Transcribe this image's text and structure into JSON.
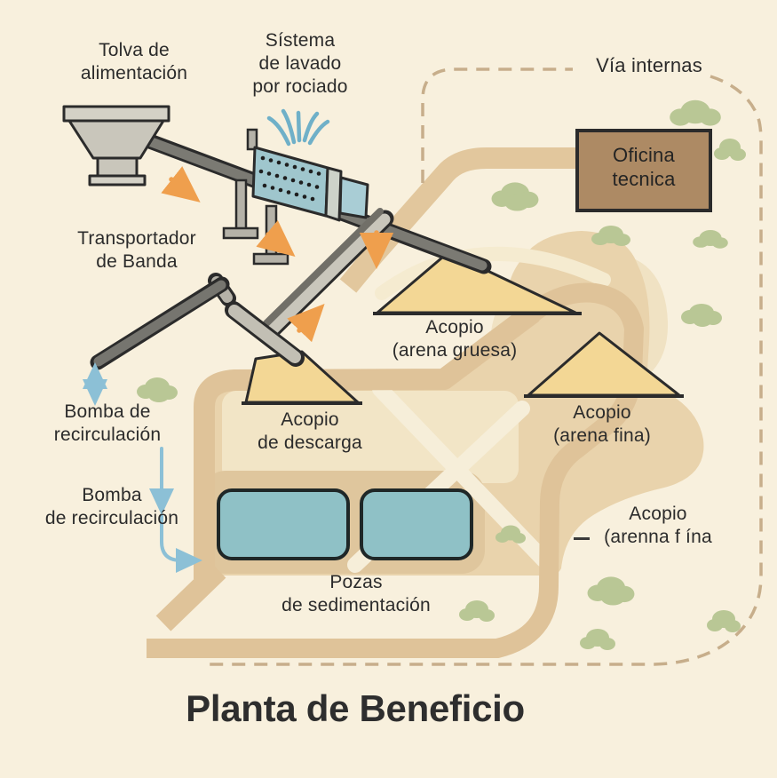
{
  "title": "Planta de Beneficio",
  "labels": {
    "tolva": [
      "Tolva de",
      "alimentación"
    ],
    "sistema": [
      "Sístema",
      "de lavado",
      "por rociado"
    ],
    "via": "Vía internas",
    "oficina": [
      "Oficina",
      "tecnica"
    ],
    "transportador": [
      "Transportador",
      "de Banda"
    ],
    "acopio_gruesa": [
      "Acopio",
      "(arena gruesa)"
    ],
    "acopio_fina": [
      "Acopio",
      "(arena fina)"
    ],
    "acopio_descarga": [
      "Acopio",
      "de descarga"
    ],
    "bomba_1": [
      "Bomba de",
      "recirculación"
    ],
    "bomba_2": [
      "Bomba",
      "de recirculación"
    ],
    "pozas": [
      "Pozas",
      "de sedimentación"
    ],
    "acopio_arenna": [
      "Acopio",
      "(arenna f ína"
    ]
  },
  "icons": {
    "flow_arrows": "orange-flow-arrow",
    "pump_arrows": "blue-pump-arrow",
    "spray": "water-spray",
    "boundary": "dashed-internal-road-boundary"
  },
  "colors": {
    "background": "#f8f0dd",
    "road_tan": "#e0c59b",
    "area_tan": "#e9d3ac",
    "area_light": "#f2e5c6",
    "pond_fill": "#8fc1c6",
    "office_fill": "#ad8a64",
    "pile_fill": "#f3d795",
    "bush_green": "#b9c795",
    "machine_dark": "#7b7a73",
    "machine_light": "#c9c6bb",
    "wash_blue": "#9fc6cd",
    "arrow_orange": "#ef9f4d",
    "arrow_blue": "#8cc0d6",
    "outline_dark": "#2b2b2b",
    "boundary_dash": "#c7ae8b",
    "text": "#2b2b2b"
  }
}
